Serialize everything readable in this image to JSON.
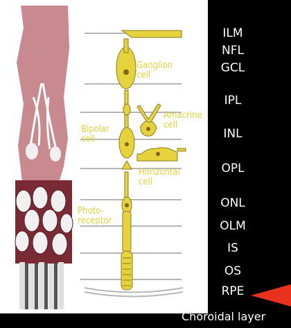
{
  "layers": [
    "ILM",
    "NFL",
    "GCL",
    "IPL",
    "INL",
    "OPL",
    "ONL",
    "OLM",
    "IS",
    "OS",
    "RPE"
  ],
  "footer_layer": "Choroidal layer",
  "cell_labels": {
    "ganglion": "Ganglion\ncell",
    "amacrine": "Amacrine\ncell",
    "bipolar": "Bipolar\ncell",
    "horizontal": "Horizontal\ncell",
    "photoreceptor": "Photo-\nreceptor"
  },
  "colors": {
    "background": "#000000",
    "cell_fill": "#e6d23a",
    "nucleus": "#7a6a1a",
    "tissue_pink": "#c98a8f",
    "tissue_dark": "#7a2a35",
    "rod_white": "#f0f0f0",
    "arrow": "#e8321e",
    "panel": "#ffffff",
    "boundary_line": "#b5b5b5"
  },
  "icons": {
    "pointer": "red-arrow-icon"
  }
}
